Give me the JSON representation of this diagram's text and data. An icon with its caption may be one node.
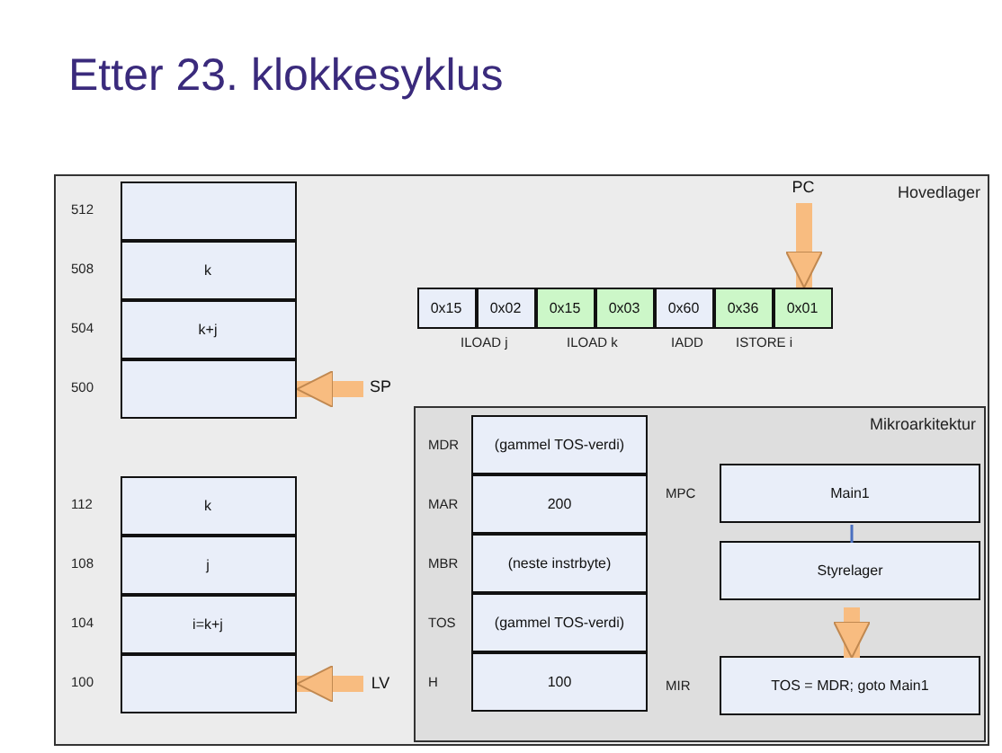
{
  "diagram": {
    "title": "Etter 23. klokkesyklus",
    "nodes": [
      {
        "text": [
          "Hovedlager"
        ]
      },
      {
        "text": [],
        "shape": "box",
        "beside": [
          "512"
        ],
        "in": 0
      },
      {
        "text": [
          "k"
        ],
        "beside": [
          "508"
        ],
        "in": 0
      },
      {
        "text": [
          "k+j"
        ],
        "beside": [
          "504"
        ],
        "in": 0
      },
      {
        "text": [],
        "shape": "box",
        "beside": [
          "500"
        ],
        "in": 0
      },
      {
        "text": [
          "SP"
        ],
        "in": 0
      },
      {
        "text": [
          "k"
        ],
        "beside": [
          "112"
        ],
        "in": 0
      },
      {
        "text": [
          "j"
        ],
        "beside": [
          "108"
        ],
        "in": 0
      },
      {
        "text": [
          "i=k+j"
        ],
        "beside": [
          "104"
        ],
        "in": 0
      },
      {
        "text": [],
        "shape": "box",
        "beside": [
          "100"
        ],
        "in": 0
      },
      {
        "text": [
          "LV"
        ],
        "in": 0
      },
      {
        "text": [
          "0x15"
        ],
        "in": 0
      },
      {
        "text": [
          "0x02"
        ],
        "in": 0
      },
      {
        "text": [
          "0x15"
        ],
        "in": 0
      },
      {
        "text": [
          "0x03"
        ],
        "in": 0
      },
      {
        "text": [
          "0x60"
        ],
        "in": 0
      },
      {
        "text": [
          "0x36"
        ],
        "in": 0
      },
      {
        "text": [
          "0x01"
        ],
        "in": 0
      },
      {
        "text": [
          "PC"
        ],
        "in": 0
      },
      {
        "text": [
          "Mikroarkitektur"
        ],
        "in": 0
      },
      {
        "text": [
          "(gammel TOS-verdi)"
        ],
        "beside": [
          "MDR"
        ],
        "in": 19
      },
      {
        "text": [
          "200"
        ],
        "beside": [
          "MAR"
        ],
        "in": 19
      },
      {
        "text": [
          "(neste instrbyte)"
        ],
        "beside": [
          "MBR"
        ],
        "in": 19
      },
      {
        "text": [
          "(gammel TOS-verdi)"
        ],
        "beside": [
          "TOS"
        ],
        "in": 19
      },
      {
        "text": [
          "100"
        ],
        "beside": [
          "H"
        ],
        "in": 19
      },
      {
        "text": [
          "Main1"
        ],
        "beside": [
          "MPC"
        ],
        "in": 19
      },
      {
        "text": [
          "Styrelager"
        ],
        "in": 19
      },
      {
        "text": [
          "TOS = MDR; goto Main1"
        ],
        "beside": [
          "MIR"
        ],
        "in": 19
      }
    ],
    "edges": [
      {
        "from": 5,
        "to": 4,
        "arrow": "to",
        "color": "#f8bc80"
      },
      {
        "from": 10,
        "to": 9,
        "arrow": "to",
        "color": "#f8bc80"
      },
      {
        "from": 18,
        "to": 17,
        "arrow": "to",
        "color": "#f8bc80"
      },
      {
        "from": 25,
        "to": 26,
        "arrow": "none",
        "color": "#4a6fc0"
      },
      {
        "from": 26,
        "to": 27,
        "arrow": "to",
        "color": "#f8bc80"
      }
    ],
    "labels": [
      "ILOAD j",
      "ILOAD k",
      "IADD",
      "ISTORE i"
    ]
  }
}
